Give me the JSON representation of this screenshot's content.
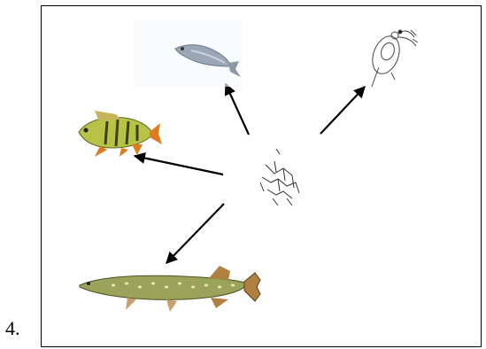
{
  "item_number": "4.",
  "diagram": {
    "center_organism": "algae-cluster",
    "arrows": [
      {
        "from": "algae-cluster",
        "to": "small-fish"
      },
      {
        "from": "algae-cluster",
        "to": "zooplankton"
      },
      {
        "from": "algae-cluster",
        "to": "perch"
      },
      {
        "from": "algae-cluster",
        "to": "pike"
      }
    ],
    "organisms": [
      "small-fish",
      "zooplankton",
      "perch",
      "pike",
      "algae-cluster"
    ],
    "colors": {
      "arrow": "#000000",
      "perch_body": "#b7c247",
      "perch_fin": "#e07a1f",
      "pike_body": "#9aa35a",
      "small_fish": "#9aa7b6"
    }
  }
}
